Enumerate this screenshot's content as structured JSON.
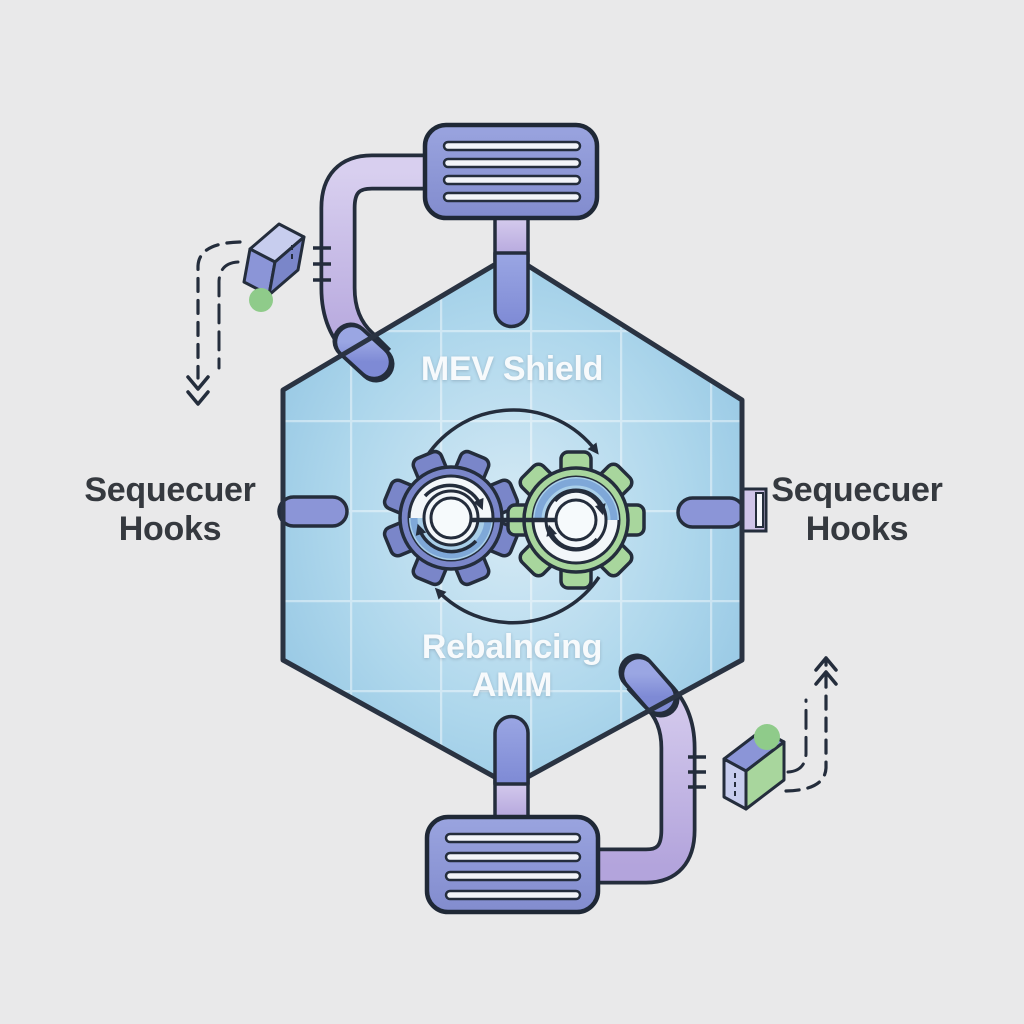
{
  "scene": {
    "background_color": "#e9e9ea",
    "hexagon": {
      "top_label": "MEV Shield",
      "bottom_label_line1": "Rebalncing",
      "bottom_label_line2": "AMM"
    },
    "left_label": {
      "line1": "Sequecuer",
      "line2": "Hooks"
    },
    "right_label": {
      "line1": "Sequecuer",
      "line2": "Hooks"
    },
    "colors": {
      "hexagon_fill_center": "#d6eaf5",
      "hexagon_fill_edge": "#8ec2e1",
      "hexagon_outline": "#2a3342",
      "grid_line": "rgba(255,255,255,0.45)",
      "periwinkle_box": "#8b95d7",
      "lavender_pipe": "#cbc0e8",
      "blue_pipe": "#8290d8",
      "gear_purple": "#7a86c9",
      "gear_green": "#a8d69d",
      "ring_blue": "#a9cfe9",
      "ring_blue_deep": "#7fa8d8",
      "accent_green_dot": "#8fcb8a",
      "outline_dark": "#242d3c",
      "text_dark": "#35393f",
      "text_white": "#f7fafc"
    },
    "icons": [
      "server-vent-box-top",
      "server-vent-box-bottom",
      "gear-purple",
      "gear-green",
      "cycle-arrows-icon",
      "package-icon-top-left",
      "package-icon-bottom-right",
      "dashed-arrow-down-icon",
      "dashed-arrow-up-icon",
      "pipe-top",
      "pipe-bottom",
      "pipe-top-left-curved",
      "pipe-bottom-right-curved",
      "sequencer-stub-left",
      "sequencer-stub-right"
    ]
  }
}
